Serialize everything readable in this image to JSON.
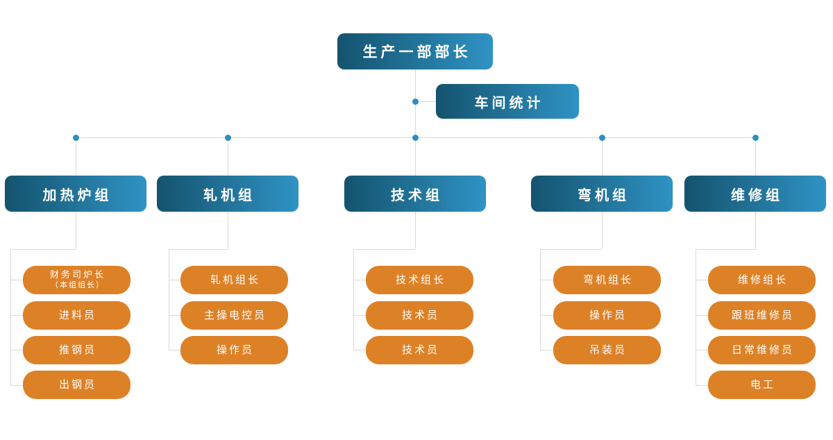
{
  "root": {
    "label": "生产一部部长"
  },
  "staff": {
    "label": "车间统计"
  },
  "groups": [
    {
      "label": "加热炉组",
      "children": [
        {
          "label": "财务司炉长",
          "sublabel": "（本组组长）"
        },
        {
          "label": "进料员"
        },
        {
          "label": "推钢员"
        },
        {
          "label": "出钢员"
        }
      ]
    },
    {
      "label": "轧机组",
      "children": [
        {
          "label": "轧机组长"
        },
        {
          "label": "主操电控员"
        },
        {
          "label": "操作员"
        }
      ]
    },
    {
      "label": "技术组",
      "children": [
        {
          "label": "技术组长"
        },
        {
          "label": "技术员"
        },
        {
          "label": "技术员"
        }
      ]
    },
    {
      "label": "弯机组",
      "children": [
        {
          "label": "弯机组长"
        },
        {
          "label": "操作员"
        },
        {
          "label": "吊装员"
        }
      ]
    },
    {
      "label": "维修组",
      "children": [
        {
          "label": "维修组长"
        },
        {
          "label": "跟班维修员"
        },
        {
          "label": "日常维修员"
        },
        {
          "label": "电工"
        }
      ]
    }
  ],
  "colors": {
    "background": "#FFFFFF",
    "blue_gradient_left": "#14536E",
    "blue_gradient_right": "#2F93C4",
    "orange": "#DD8127",
    "connector_line": "#D9D9D9",
    "connector_dot": "#2E8EC0",
    "text": "#FFFFFF"
  }
}
